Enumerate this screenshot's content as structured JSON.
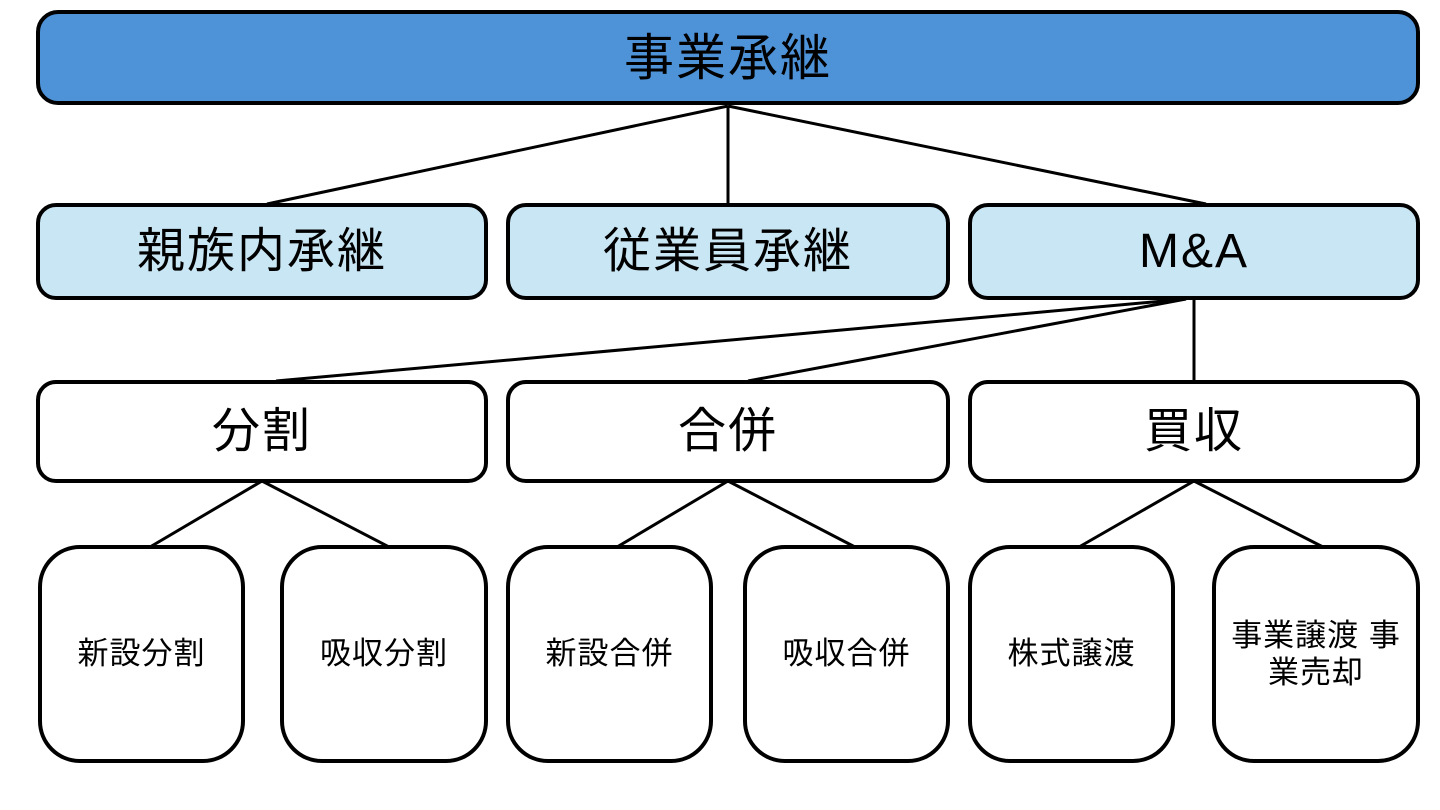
{
  "colors": {
    "background": "#ffffff",
    "border": "#000000",
    "line": "#000000",
    "root_fill": "#4e92d8",
    "level2_fill": "#c9e6f4",
    "level3_fill": "#ffffff",
    "level4_fill": "#ffffff"
  },
  "nodes": {
    "root": {
      "label": "事業承継"
    },
    "family": {
      "label": "親族内承継"
    },
    "employee": {
      "label": "従業員承継"
    },
    "ma": {
      "label": "M&A"
    },
    "split": {
      "label": "分割"
    },
    "merger": {
      "label": "合併"
    },
    "acquisition": {
      "label": "買収"
    },
    "new_split": {
      "label": "新設分割"
    },
    "absorb_split": {
      "label": "吸収分割"
    },
    "new_merger": {
      "label": "新設合併"
    },
    "absorb_merger": {
      "label": "吸収合併"
    },
    "stock_transfer": {
      "label": "株式譲渡"
    },
    "business_transfer": {
      "label_line1": "事業譲渡",
      "label_line2": "事業売却"
    }
  },
  "edges": [
    {
      "from": "root",
      "to": "family"
    },
    {
      "from": "root",
      "to": "employee"
    },
    {
      "from": "root",
      "to": "ma"
    },
    {
      "from": "ma",
      "to": "split"
    },
    {
      "from": "ma",
      "to": "merger"
    },
    {
      "from": "ma",
      "to": "acquisition"
    },
    {
      "from": "split",
      "to": "new_split"
    },
    {
      "from": "split",
      "to": "absorb_split"
    },
    {
      "from": "merger",
      "to": "new_merger"
    },
    {
      "from": "merger",
      "to": "absorb_merger"
    },
    {
      "from": "acquisition",
      "to": "stock_transfer"
    },
    {
      "from": "acquisition",
      "to": "business_transfer"
    }
  ]
}
